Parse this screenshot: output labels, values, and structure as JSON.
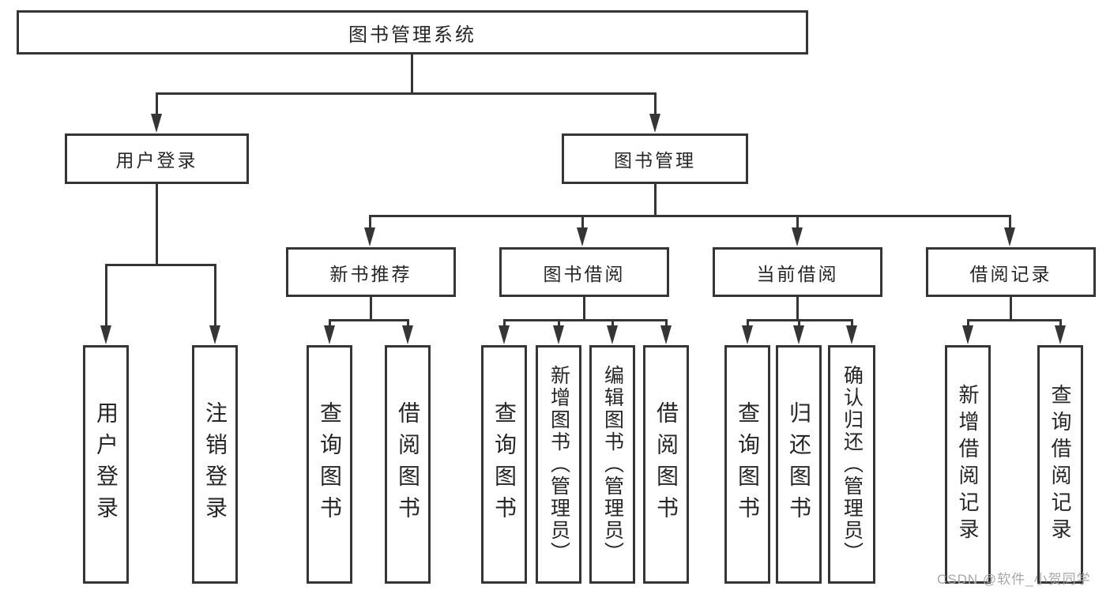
{
  "diagram_title": "图书管理系统",
  "tree": {
    "root": {
      "label": "图书管理系统",
      "children": [
        {
          "label": "用户登录",
          "children": [
            {
              "label": "用户登录"
            },
            {
              "label": "注销登录"
            }
          ]
        },
        {
          "label": "图书管理",
          "children": [
            {
              "label": "新书推荐",
              "children": [
                {
                  "label": "查询图书"
                },
                {
                  "label": "借阅图书"
                }
              ]
            },
            {
              "label": "图书借阅",
              "children": [
                {
                  "label": "查询图书"
                },
                {
                  "label": "新增图书（管理员）"
                },
                {
                  "label": "编辑图书（管理员）"
                },
                {
                  "label": "借阅图书"
                }
              ]
            },
            {
              "label": "当前借阅",
              "children": [
                {
                  "label": "查询图书"
                },
                {
                  "label": "归还图书"
                },
                {
                  "label": "确认归还（管理员）"
                }
              ]
            },
            {
              "label": "借阅记录",
              "children": [
                {
                  "label": "新增借阅记录"
                },
                {
                  "label": "查询借阅记录"
                }
              ]
            }
          ]
        }
      ]
    }
  },
  "watermark": {
    "text": "CSDN @软件_小贺同学"
  },
  "colors": {
    "line": "#353535",
    "text": "#262626",
    "watermark": "#a8a8a8",
    "background": "#ffffff"
  }
}
